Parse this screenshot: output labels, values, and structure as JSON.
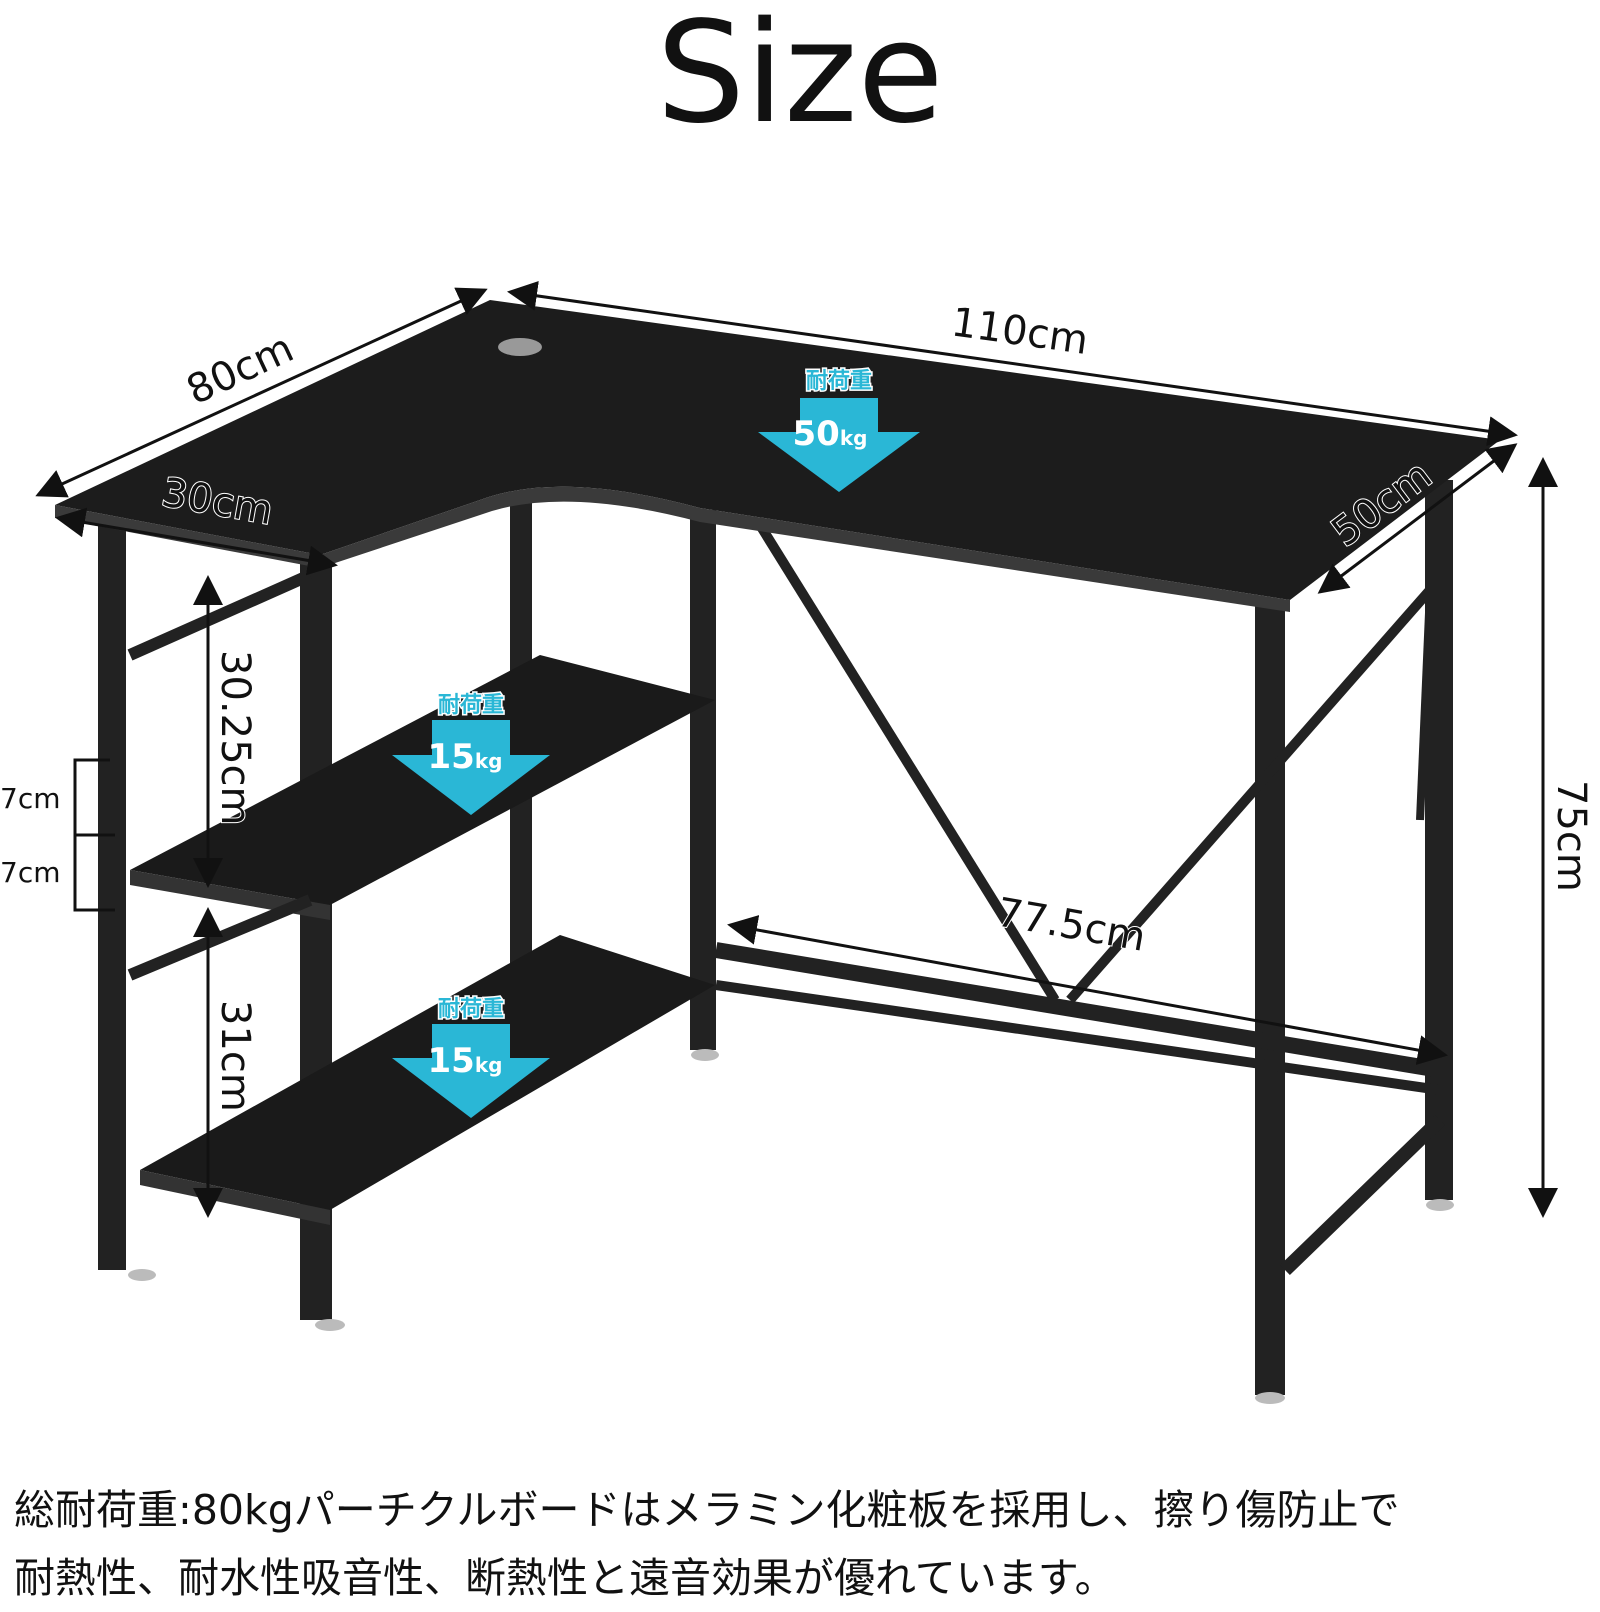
{
  "title": "Size",
  "dimensions": {
    "left_depth": "80cm",
    "width": "110cm",
    "left_wing_width": "30cm",
    "right_depth": "50cm",
    "height": "75cm",
    "shelf_gap_upper": "30.25cm",
    "shelf_gap_lower": "31cm",
    "hole_spacing_1": "7cm",
    "hole_spacing_2": "7cm",
    "inner_width": "77.5cm"
  },
  "loads": [
    {
      "label": "耐荷重",
      "value": "50",
      "unit": "kg"
    },
    {
      "label": "耐荷重",
      "value": "15",
      "unit": "kg"
    },
    {
      "label": "耐荷重",
      "value": "15",
      "unit": "kg"
    }
  ],
  "colors": {
    "desk": "#1c1c1c",
    "load_arrow": "#2ab7d6"
  },
  "caption": {
    "line1": "総耐荷重:80kgパーチクルボードはメラミン化粧板を採用し、擦り傷防止で",
    "line2": "耐熱性、耐水性吸音性、断熱性と遠音効果が優れています。"
  }
}
